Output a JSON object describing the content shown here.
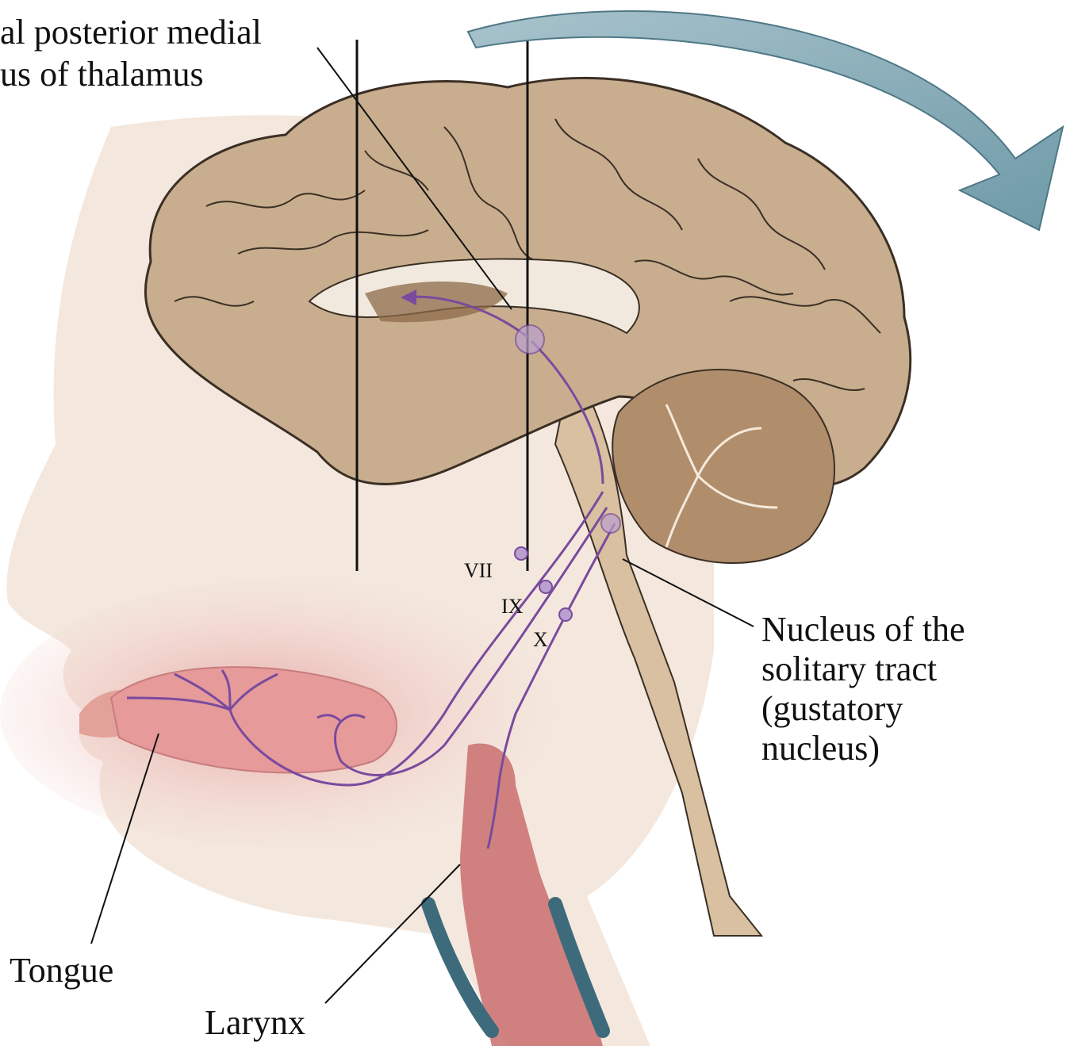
{
  "labels": {
    "thalamus_line1": "al posterior medial",
    "thalamus_line2": "us of thalamus",
    "nucleus_line1": "Nucleus of the",
    "nucleus_line2": "solitary tract",
    "nucleus_line3": "(gustatory",
    "nucleus_line4": "nucleus)",
    "tongue": "Tongue",
    "larynx": "Larynx",
    "nerve_vii": "VII",
    "nerve_ix": "IX",
    "nerve_x": "X"
  },
  "colors": {
    "brain": "#c9b192",
    "brain_dark": "#a88a6a",
    "skin": "#f3e6db",
    "mouth": "#e9a7a3",
    "pathway": "#7a4a9e",
    "arrow": "#7fa6b3",
    "cerebellum": "#b39272"
  }
}
